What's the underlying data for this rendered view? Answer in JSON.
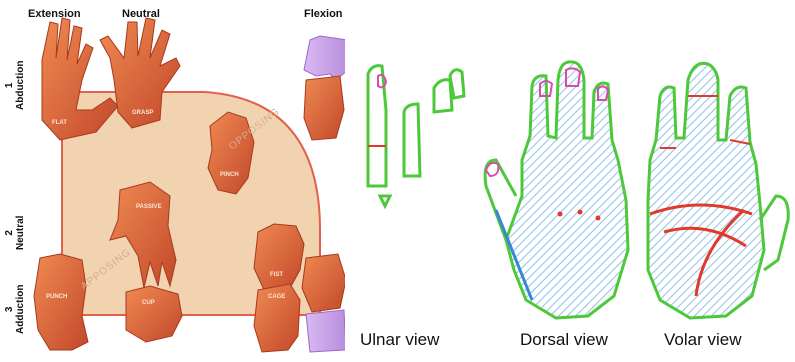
{
  "matrix": {
    "columns": [
      "Extension",
      "Neutral",
      "Flexion"
    ],
    "rows": [
      {
        "num": "1",
        "label": "Abduction"
      },
      {
        "num": "2",
        "label": "Neutral"
      },
      {
        "num": "3",
        "label": "Adduction"
      }
    ],
    "diagonal_labels": [
      "OPPOSING",
      "APPOSING"
    ],
    "hand_tags": [
      "FLAT",
      "GRASP",
      "PINCH",
      "PASSIVE",
      "FIST",
      "PUNCH",
      "CUP",
      "CAGE"
    ],
    "colors": {
      "region": "#f2d3b0",
      "outline": "#e2604e",
      "hand": "#e06a3a",
      "hand_shadow": "#b9462a",
      "flexion_tint": "#c9a6e6"
    }
  },
  "views": [
    {
      "caption": "Ulnar view"
    },
    {
      "caption": "Dorsal view"
    },
    {
      "caption": "Volar view"
    }
  ],
  "diagram_colors": {
    "outline": "#4cc83a",
    "crease": "#e23a2a",
    "nail": "#d84bb0",
    "hatch": "#9cc6e6",
    "hatch_line": "#7fb0de"
  }
}
